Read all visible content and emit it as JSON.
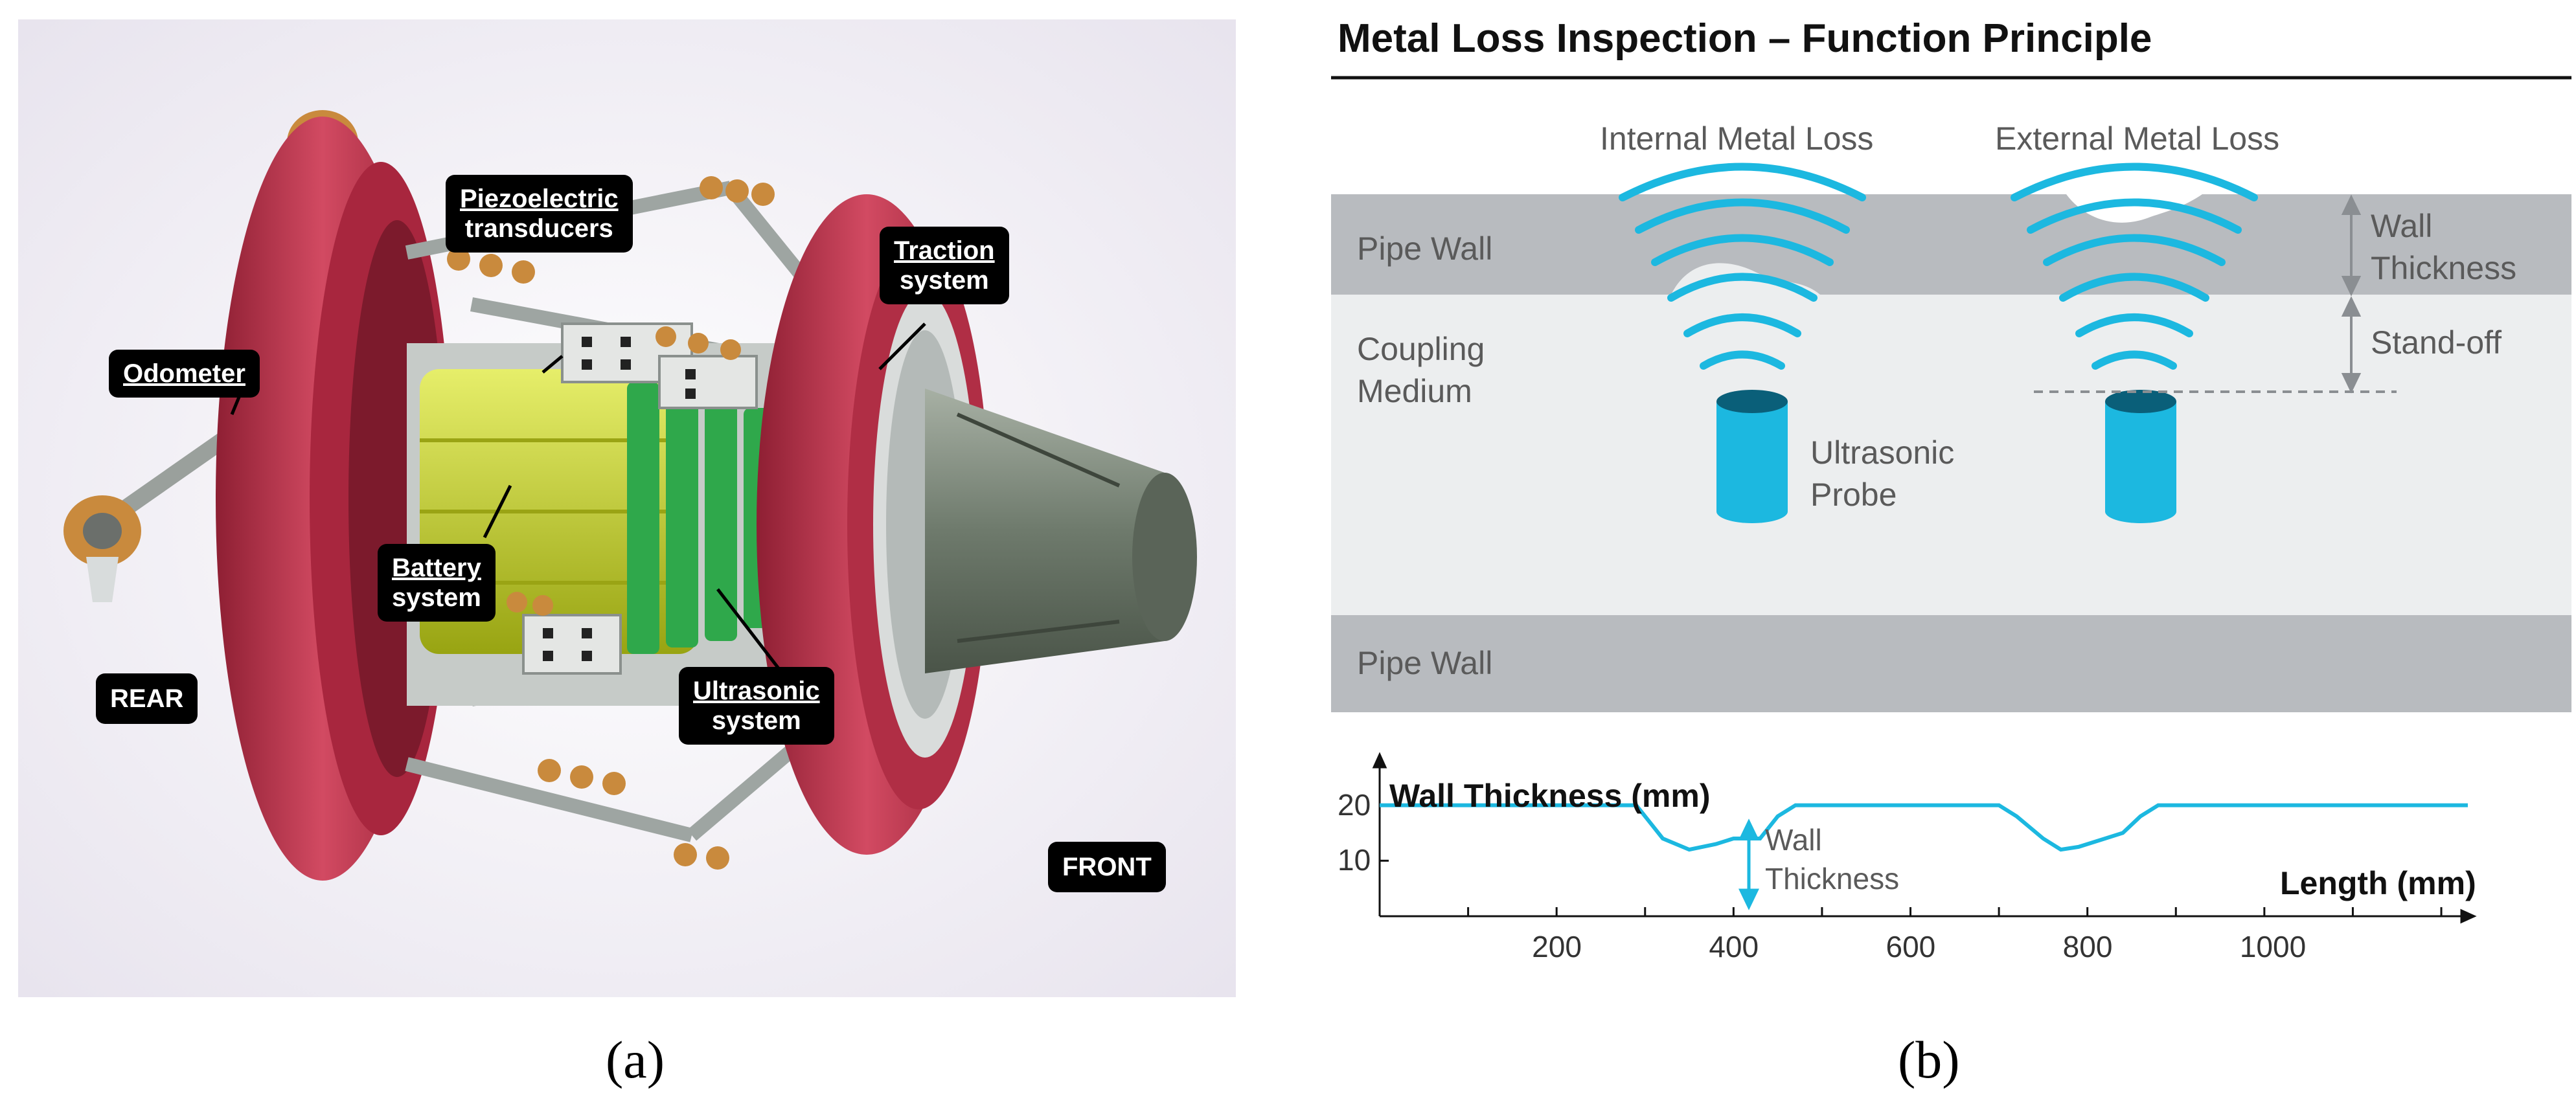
{
  "panel_a": {
    "labels": {
      "piezo_1": "Piezoelectric",
      "piezo_2": "transducers",
      "traction_1": "Traction",
      "traction_2": "system",
      "odometer": "Odometer",
      "battery_1": "Battery",
      "battery_2": "system",
      "ultrasonic_1": "Ultrasonic",
      "ultrasonic_2": "system",
      "rear": "REAR",
      "front": "FRONT"
    },
    "caption": "(a)",
    "colors": {
      "wheel": "#c0394f",
      "battery": "#c8d624",
      "ultrasonic": "#2ea84a",
      "metal": "#8a9290"
    }
  },
  "panel_b": {
    "title": "Metal Loss Inspection – Function Principle",
    "internal_label": "Internal Metal Loss",
    "external_label": "External Metal Loss",
    "pipe_wall_top": "Pipe Wall",
    "pipe_wall_bottom": "Pipe Wall",
    "coupling_1": "Coupling",
    "coupling_2": "Medium",
    "probe_1": "Ultrasonic",
    "probe_2": "Probe",
    "wall_thickness_1": "Wall",
    "wall_thickness_2": "Thickness",
    "standoff": "Stand-off",
    "caption": "(b)",
    "colors": {
      "wave": "#1cb8e0",
      "pipe_wall": "#b5b8bc",
      "medium": "#eceeef"
    }
  },
  "chart_data": {
    "type": "line",
    "ylabel": "Wall Thickness (mm)",
    "xlabel": "Length (mm)",
    "x_ticks": [
      200,
      400,
      600,
      800,
      1000
    ],
    "y_ticks": [
      10,
      20
    ],
    "xlim": [
      0,
      1230
    ],
    "ylim": [
      0,
      28
    ],
    "series": [
      {
        "x": [
          0,
          290,
          300,
          320,
          350,
          380,
          400,
          430,
          450,
          470,
          700,
          720,
          750,
          770,
          790,
          820,
          840,
          860,
          880,
          1230
        ],
        "y": [
          20,
          20,
          18,
          14,
          12,
          13,
          14,
          14,
          18,
          20,
          20,
          18,
          14,
          12,
          12.5,
          14,
          15,
          18,
          20,
          20
        ]
      }
    ],
    "annotation_1": "Wall",
    "annotation_2": "Thickness"
  }
}
